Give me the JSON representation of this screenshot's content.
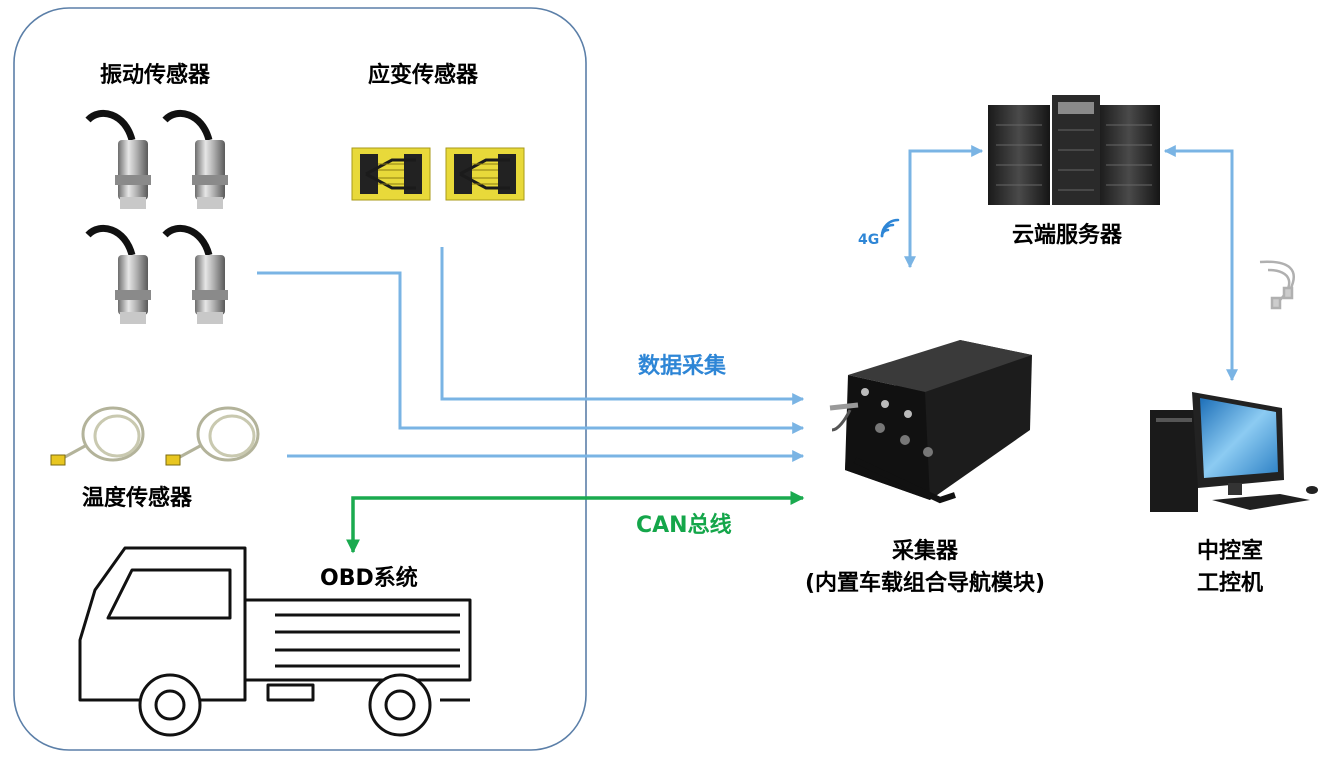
{
  "sensors": {
    "vibration_label": "振动传感器",
    "strain_label": "应变传感器",
    "temperature_label": "温度传感器"
  },
  "vehicle": {
    "obd_label": "OBD系统"
  },
  "links": {
    "data_collection_label": "数据采集",
    "can_bus_label": "CAN总线",
    "network_badge": "4G"
  },
  "collector": {
    "title": "采集器",
    "subtitle": "(内置车载组合导航模块)"
  },
  "cloud": {
    "label": "云端服务器"
  },
  "control_room": {
    "line1": "中控室",
    "line2": "工控机"
  },
  "colors": {
    "blue_arrow": "#7ab4e4",
    "green_arrow": "#1aaa4f",
    "blue_text": "#2e86d6",
    "green_text": "#14a64a",
    "frame": "#5b7fa8"
  }
}
